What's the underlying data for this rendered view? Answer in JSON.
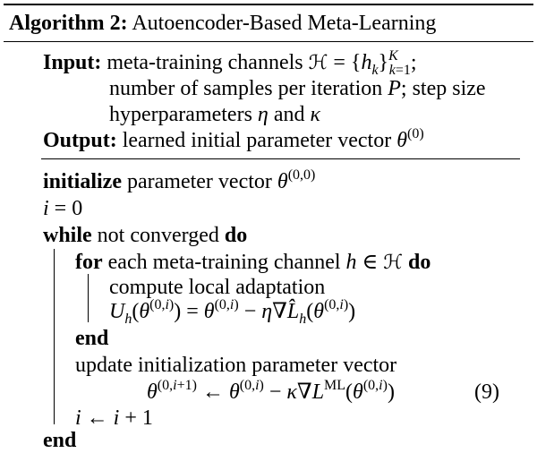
{
  "title": {
    "label": "Algorithm 2:",
    "text": "Autoencoder-Based Meta-Learning"
  },
  "input": {
    "label": "Input:",
    "line1_text": "meta-training channels",
    "line2": "number of samples per iteration",
    "line2_var": "P",
    "line2_tail": "; step size",
    "line3": "hyperparameters",
    "line3_and": "and"
  },
  "output": {
    "label": "Output:",
    "text": "learned initial parameter vector"
  },
  "body": {
    "initialize_kw": "initialize",
    "initialize_text": "parameter vector",
    "while_kw": "while",
    "while_text": "not converged",
    "do_kw": "do",
    "for_kw": "for",
    "for_text": "each meta-training channel",
    "compute_text": "compute local adaptation",
    "end_kw": "end",
    "update_text": "update initialization parameter vector",
    "eq_number": "(9)",
    "final_end_kw": "end"
  }
}
